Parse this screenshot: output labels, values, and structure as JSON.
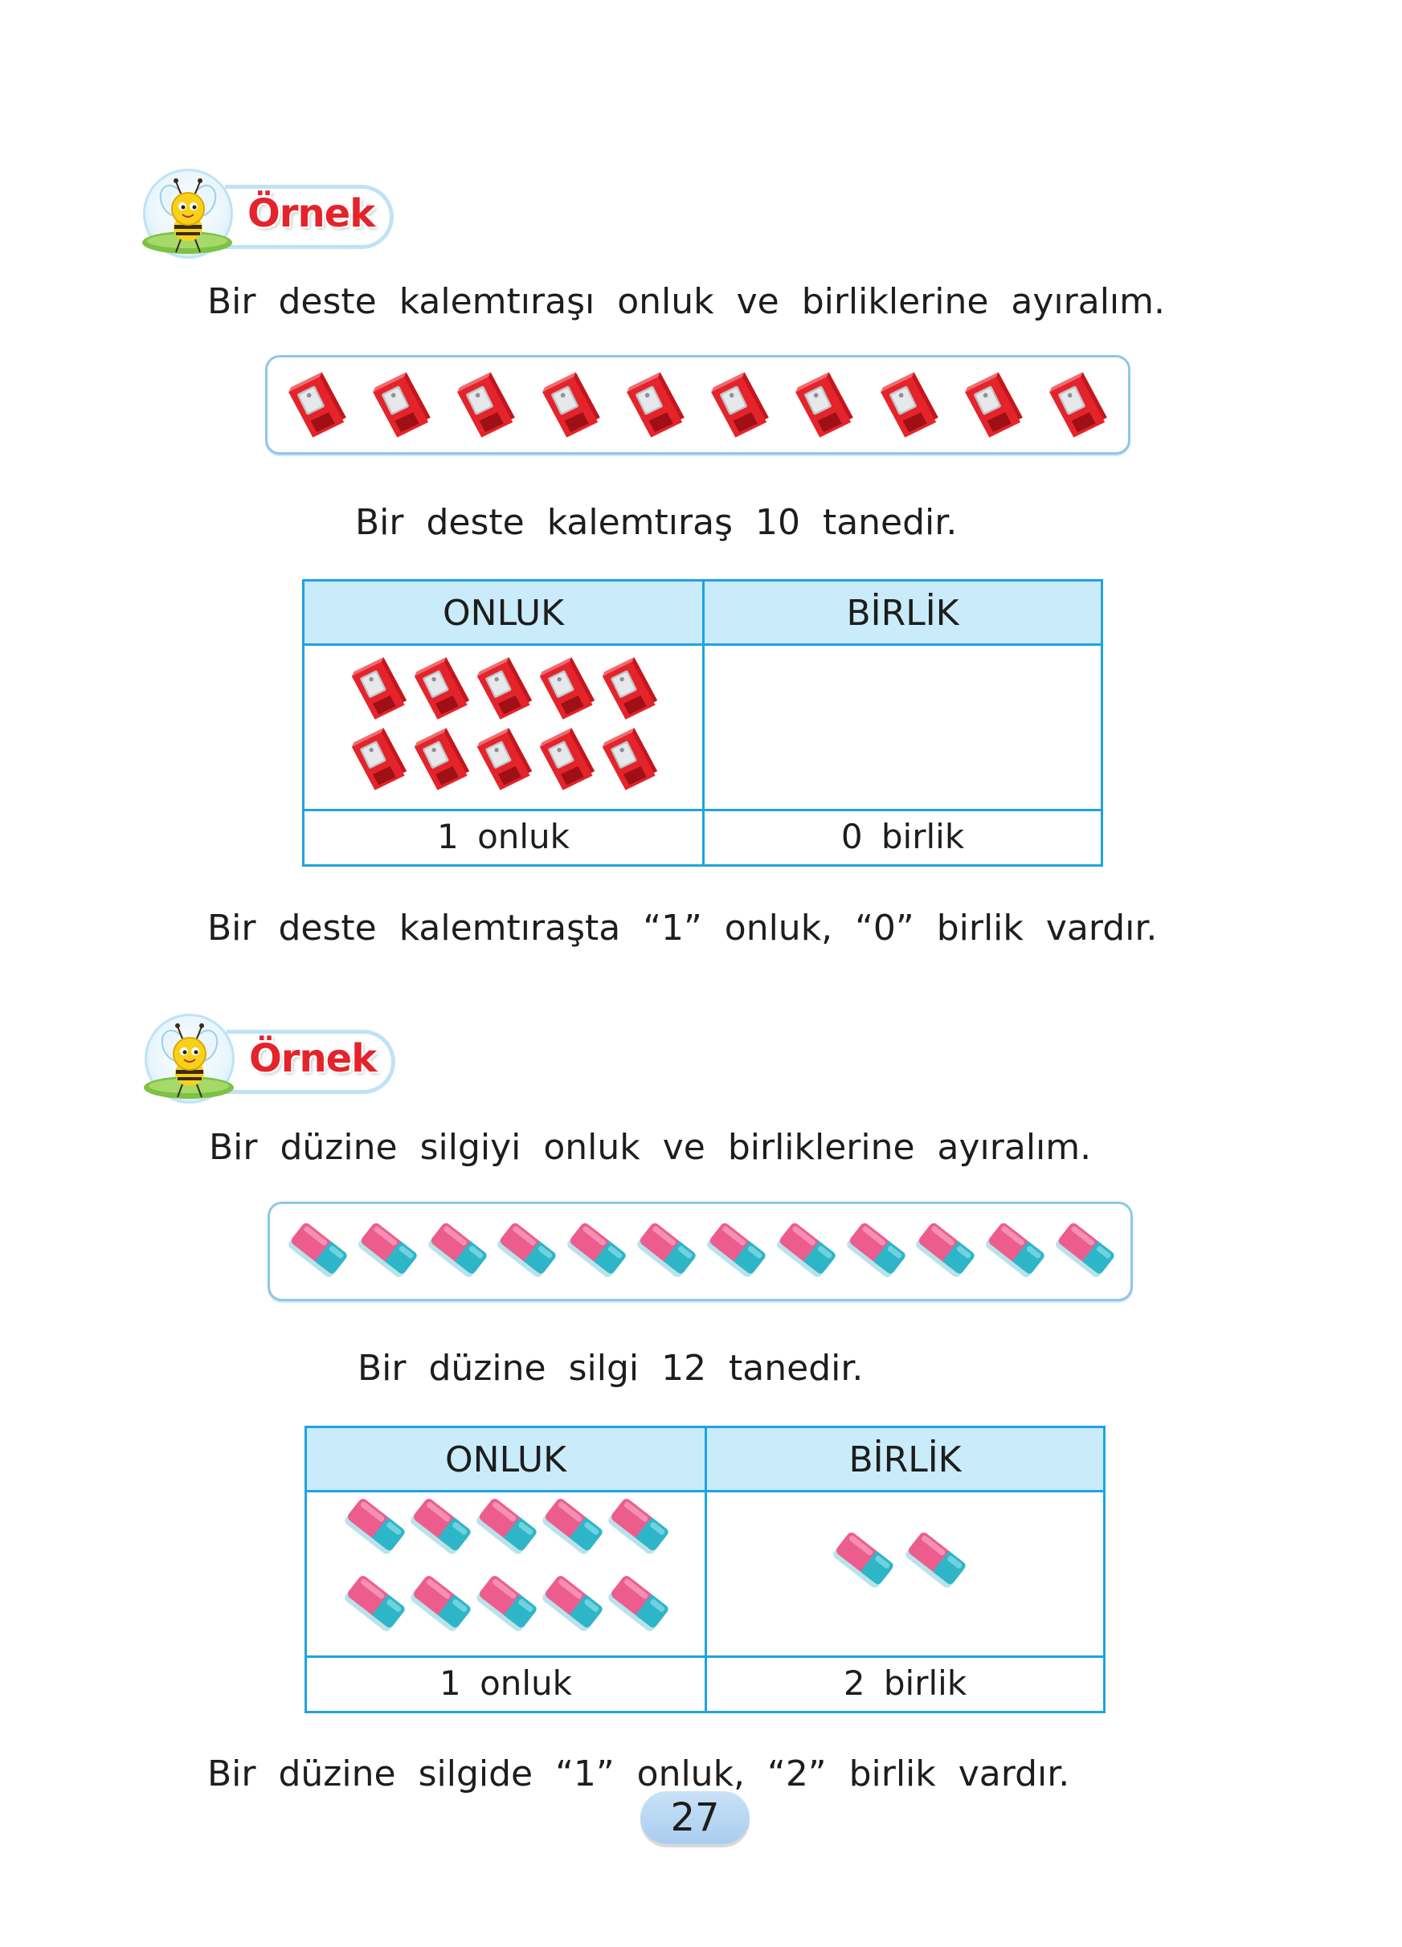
{
  "example1": {
    "badge_label": "Örnek",
    "intro": "Bir deste kalemtıraşı onluk ve birliklerine ayıralım.",
    "strip_count": 10,
    "statement": "Bir deste kalemtıraş 10 tanedir.",
    "table": {
      "header_left": "ONLUK",
      "header_right": "BİRLİK",
      "left_count": 10,
      "right_count": 0,
      "footer_left": "1 onluk",
      "footer_right": "0 birlik"
    },
    "conclusion": "Bir deste kalemtıraşta “1” onluk, “0” birlik vardır."
  },
  "example2": {
    "badge_label": "Örnek",
    "intro": "Bir düzine silgiyi onluk ve birliklerine ayıralım.",
    "strip_count": 12,
    "statement": "Bir düzine silgi 12 tanedir.",
    "table": {
      "header_left": "ONLUK",
      "header_right": "BİRLİK",
      "left_count": 10,
      "right_count": 2,
      "footer_left": "1 onluk",
      "footer_right": "2 birlik"
    },
    "conclusion": "Bir düzine silgide “1” onluk, “2” birlik vardır."
  },
  "page_number": "27",
  "colors": {
    "sharpener_red": "#e4232b",
    "eraser_pink": "#ec5d8e",
    "eraser_teal": "#2db6c8",
    "table_border": "#1fa3e0",
    "table_header_bg": "#c9ebfa",
    "badge_red": "#e4232b"
  },
  "icons": {
    "sharpener": "pencil-sharpener-icon",
    "eraser": "eraser-icon",
    "mascot": "bee-mascot-icon"
  }
}
